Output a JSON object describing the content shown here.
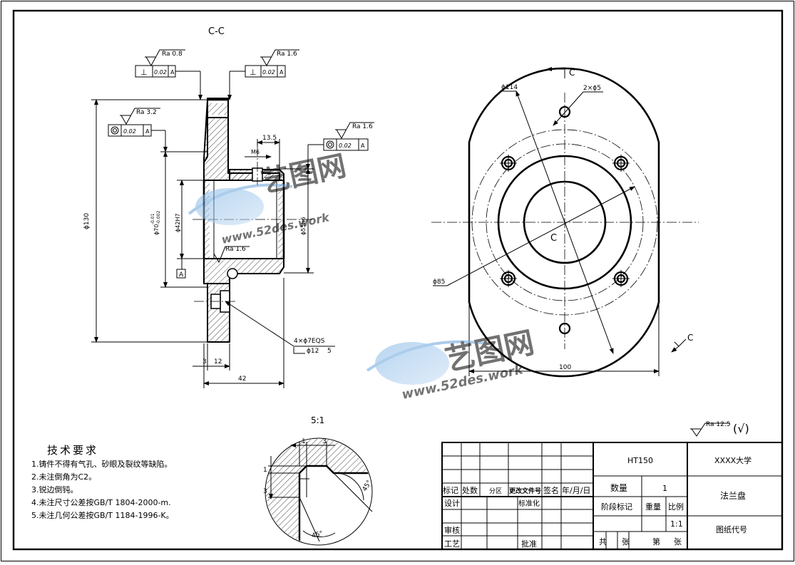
{
  "section_view": {
    "label": "C-C",
    "ra_labels": [
      "Ra 0.8",
      "Ra 1.6",
      "Ra 3.2",
      "Ra 1.6",
      "Ra 1.6"
    ],
    "fcf_perp_left": {
      "tol": "0.02",
      "datum": "A"
    },
    "fcf_perp_right": {
      "tol": "0.02",
      "datum": "A"
    },
    "fcf_conc_left": {
      "tol": "0.02",
      "datum": "A"
    },
    "fcf_conc_right": {
      "tol": "0.02",
      "datum": "A"
    },
    "dim_phi130": "ϕ130",
    "dim_phi70": "ϕ70",
    "dim_phi70_tol": "-0.01\n-0.002",
    "dim_phi42": "ϕ42H7",
    "dim_phi55": "ϕ55h6",
    "dim_13_5": "13.5",
    "dim_m6": "M6",
    "datum_a": "A",
    "dim_3": "3",
    "dim_12": "12",
    "dim_42": "42",
    "hole_note_1": "4×ϕ7EQS",
    "hole_note_2": "ϕ12",
    "hole_note_3": "5"
  },
  "front_view": {
    "section_mark": "C",
    "center_label": "C",
    "dim_phi114": "ϕ114",
    "dim_2x5": "2×ϕ5",
    "dim_phi85": "ϕ85",
    "dim_100": "100"
  },
  "detail_view": {
    "scale": "5:1",
    "dim_1a": "1",
    "dim_3a": "3",
    "dim_1b": "1",
    "dim_3b": "3",
    "angle_1": "45°",
    "angle_2": "45°"
  },
  "roughness_note": {
    "ra": "Ra 12.5",
    "mark": "(√)"
  },
  "tech_req": {
    "title": "技术要求",
    "items": [
      "1.铸件不得有气孔、砂眼及裂纹等缺陷。",
      "2.未注倒角为C2。",
      "3.锐边倒钝。",
      "4.未注尺寸公差按GB/T 1804-2000-m.",
      "5.未注几何公差按GB/T 1184-1996-K。"
    ]
  },
  "title_block": {
    "material": "HT150",
    "university": "XXXX大学",
    "part_name": "法兰盘",
    "drawing_no": "图纸代号",
    "qty_label": "数量",
    "qty_value": "1",
    "stage_label": "阶段标记",
    "weight_label": "重量",
    "scale_label": "比例",
    "scale_value": "1:1",
    "total_label": "共",
    "sheet_word": "张",
    "page_label": "第",
    "page_word": "张",
    "hdr": [
      "标记",
      "处数",
      "分区",
      "更改文件号",
      "签名",
      "年/月/日"
    ],
    "design": "设计",
    "std": "标准化",
    "review": "审核",
    "process": "工艺",
    "approve": "批准"
  },
  "watermark": {
    "cn": "艺图网",
    "url": "www.52des.work"
  }
}
